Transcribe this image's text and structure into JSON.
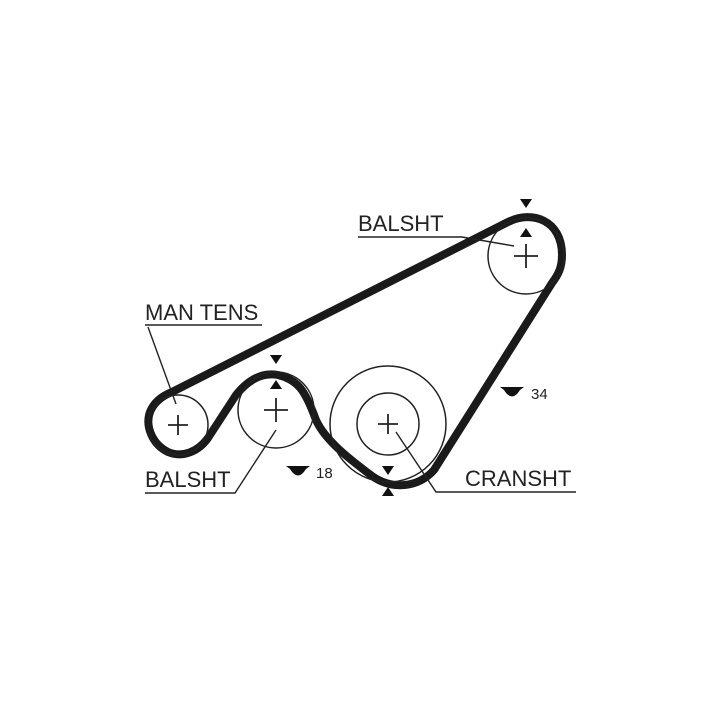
{
  "labels": {
    "balsht_top": "BALSHT",
    "man_tens": "MAN TENS",
    "balsht_bottom": "BALSHT",
    "cransht": "CRANSHT"
  },
  "teeth": {
    "left_count": "18",
    "right_count": "34"
  },
  "icons": {
    "tooth_marker": "tooth-count-icon",
    "timing_mark": "timing-triangle-icon",
    "center": "crosshair-icon"
  },
  "colors": {
    "belt": "#1a1a1a",
    "line": "#222222",
    "background": "#ffffff"
  }
}
